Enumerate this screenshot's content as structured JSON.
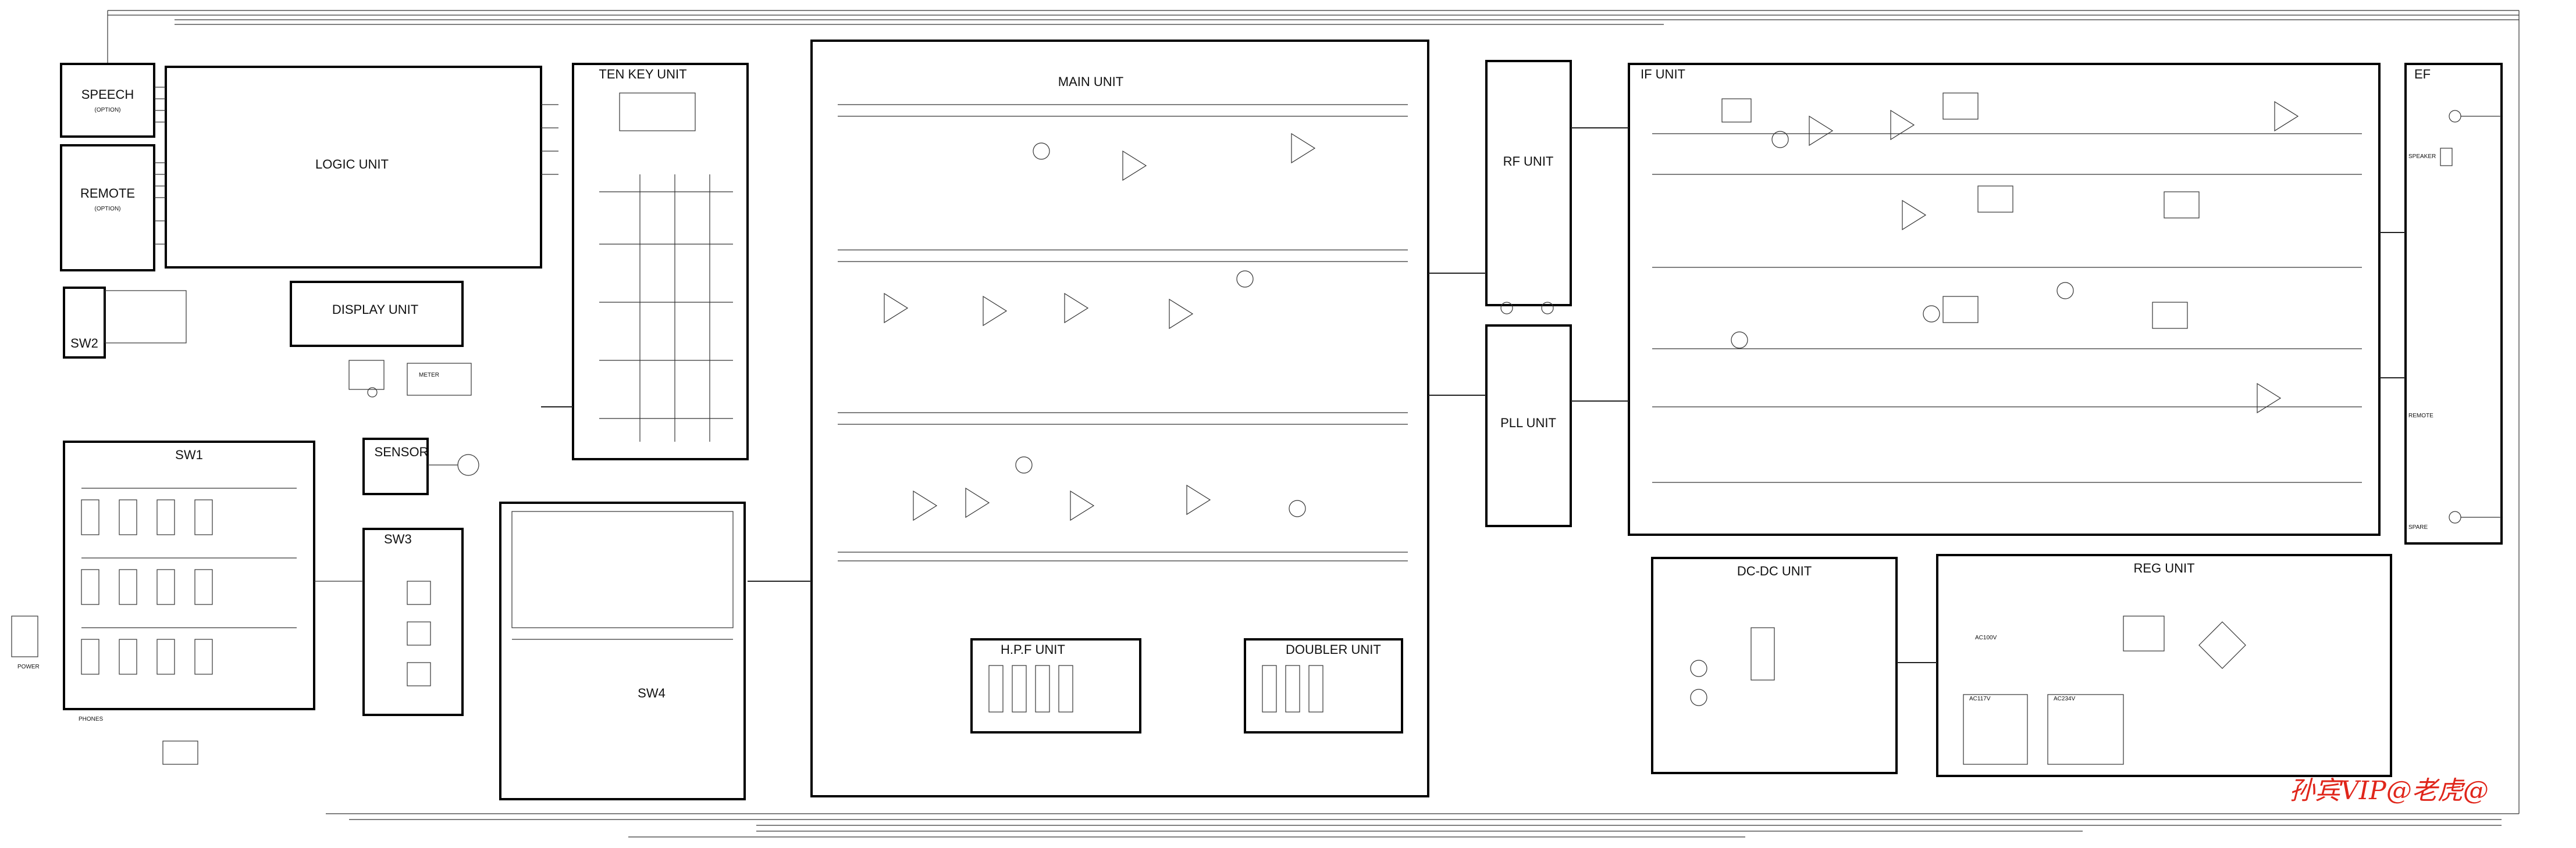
{
  "units": {
    "speech": {
      "title": "SPEECH",
      "sub": "(OPTION)"
    },
    "remote": {
      "title": "REMOTE",
      "sub": "(OPTION)"
    },
    "logic": "LOGIC UNIT",
    "display": "DISPLAY UNIT",
    "sw2": "SW2",
    "sw1": "SW1",
    "sensor": "SENSOR",
    "sw3": "SW3",
    "sw4": "SW4",
    "ten_key": "TEN KEY UNIT",
    "main": "MAIN UNIT",
    "hpf": "H.P.F UNIT",
    "doubler": "DOUBLER UNIT",
    "rf": "RF UNIT",
    "pll": "PLL UNIT",
    "if": "IF UNIT",
    "ef": "EF",
    "dcdc": "DC-DC UNIT",
    "reg": "REG UNIT"
  },
  "labels": {
    "meter": "METER",
    "power": "POWER",
    "phones": "PHONES",
    "ac100": "AC100V",
    "ac117": "AC117V",
    "ac234": "AC234V",
    "speaker": "SPEAKER",
    "remote_jack": "REMOTE",
    "spare": "SPARE"
  },
  "watermark": "孙宾VIP@老虎@",
  "colors": {
    "line": "#222222",
    "frame": "#000000",
    "watermark": "#e0261b"
  }
}
